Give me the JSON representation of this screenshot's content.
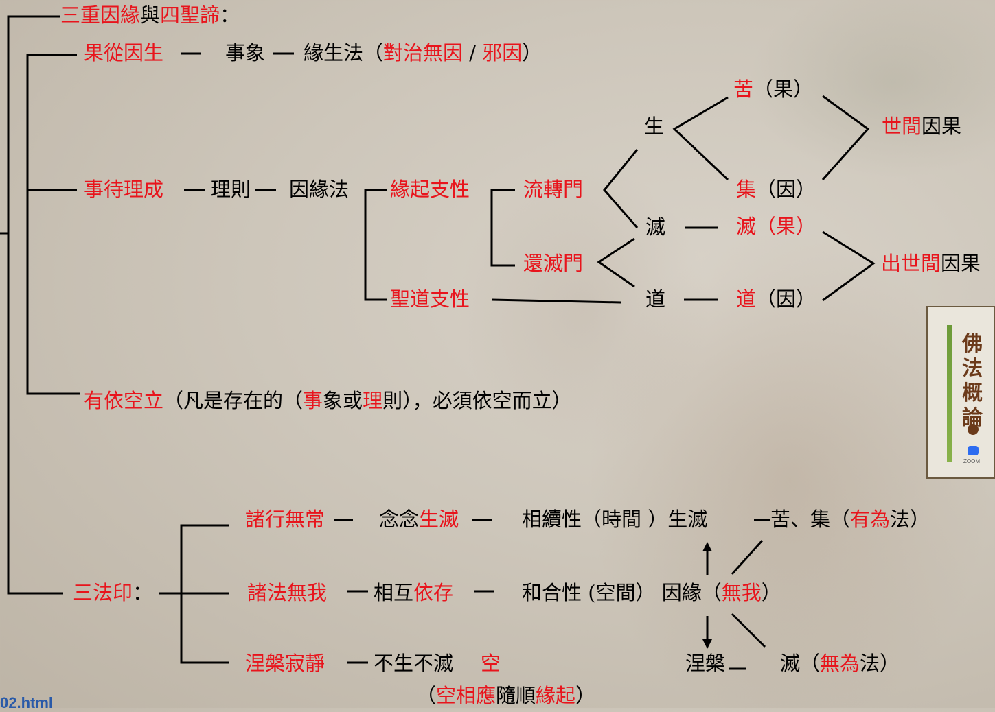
{
  "title": {
    "p1": "三重因緣",
    "p2": "與",
    "p3": "四聖諦",
    "p4": "："
  },
  "branch1": {
    "p1": "果從因生",
    "p2": "事象",
    "p3": "緣生法（",
    "p4": "對治無因",
    "p5": " / ",
    "p6": "邪因",
    "p7": "）"
  },
  "branch2": {
    "head": "事待理成",
    "mid1": "理則",
    "mid2": "因緣法",
    "yuanqi": "緣起支性",
    "shengdao": "聖道支性",
    "liuzhuan": "流轉門",
    "huanmie": "還滅門"
  },
  "fourtruths": {
    "sheng": "生",
    "mie": "滅",
    "dao": "道",
    "ku": {
      "a": "苦",
      "b": "（果）"
    },
    "ji": {
      "a": "集",
      "b": "（因）"
    },
    "mie_result": {
      "a": "滅（果）"
    },
    "dao_cause": {
      "a": "道",
      "b": "（因）"
    },
    "shijian": {
      "a": "世間",
      "b": "因果"
    },
    "chushijian": {
      "a": "出世間",
      "b": "因果"
    }
  },
  "branch3": {
    "p1": "有依空立",
    "p2": "（凡是存在的（",
    "p3": "事",
    "p4": "象或",
    "p5": "理",
    "p6": "則），必須依空而立）"
  },
  "seals": {
    "label": {
      "a": "三法印",
      "b": "："
    },
    "row1": {
      "a": "諸行無常",
      "b": "念念",
      "c": "生滅",
      "d": "相續性（時間 ）生滅",
      "e": "苦、集（",
      "f": "有為",
      "g": "法）"
    },
    "row2": {
      "a": "諸法無我",
      "b": "相互",
      "c": "依存",
      "d": "和合性 (空間） 因緣（",
      "e": "無我",
      "f": "）"
    },
    "row3": {
      "a": "涅槃寂靜",
      "b": "不生不滅",
      "c": "空",
      "d": "涅槃",
      "e": "滅（",
      "f": "無為",
      "g": "法）"
    },
    "note": {
      "a": "（",
      "b": "空相應",
      "c": "隨順",
      "d": "緣起",
      "e": "）"
    }
  },
  "url_fragment": "02.html",
  "book_cover": {
    "title": "佛法概論",
    "zoom": "ZOOM"
  },
  "colors": {
    "red": "#e8141c",
    "black": "#000000",
    "url_blue": "#2a5aa8"
  }
}
